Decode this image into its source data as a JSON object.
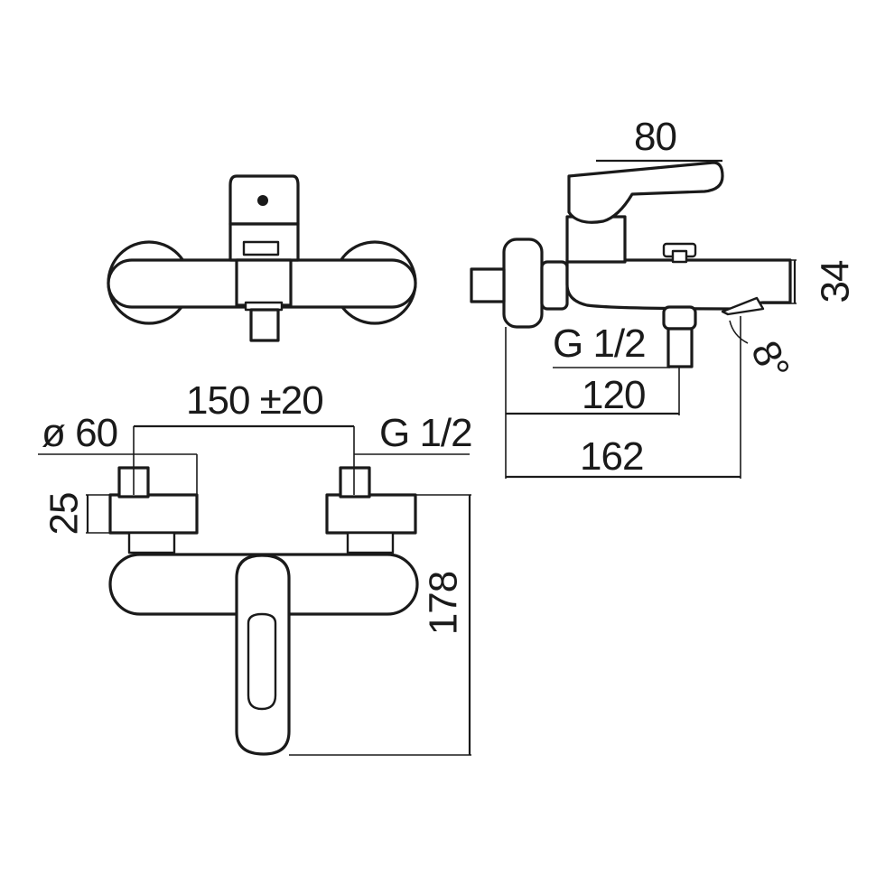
{
  "drawing": {
    "type": "technical dimension drawing",
    "views": [
      "front",
      "side",
      "top"
    ]
  },
  "dimensions": {
    "side_depth_handle": "80",
    "side_spout_height": "34",
    "side_inlet_thread": "G 1/2",
    "side_depth_120": "120",
    "side_spout_angle": "8°",
    "side_depth_162": "162",
    "top_centre_distance": "150 ±20",
    "top_flange_diameter": "ø 60",
    "top_inlet_thread": "G 1/2",
    "top_flange_depth": "25",
    "top_overall_depth": "178"
  },
  "colors": {
    "line": "#1a1a1a",
    "background": "#ffffff"
  }
}
